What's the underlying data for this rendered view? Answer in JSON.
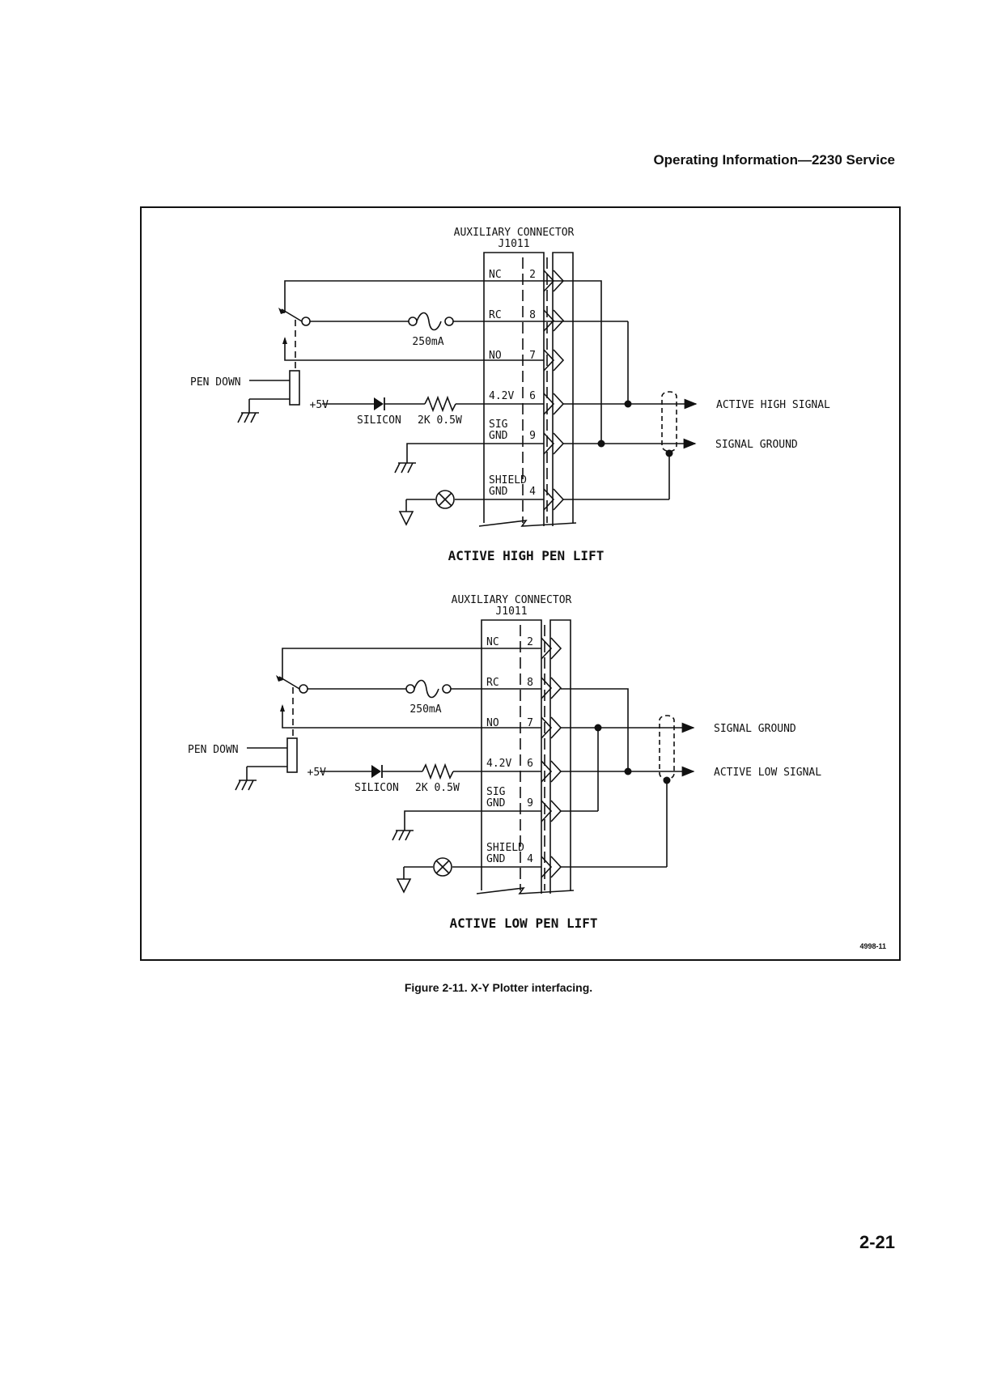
{
  "page": {
    "header": "Operating Information—2230 Service",
    "caption": "Figure 2-11.  X-Y Plotter interfacing.",
    "page_number": "2-21",
    "figure_id": "4998-11"
  },
  "diagrams": [
    {
      "title": "ACTIVE HIGH PEN LIFT",
      "connector_label": "AUXILIARY CONNECTOR",
      "connector_ref": "J1011",
      "pins": [
        {
          "label": "NC",
          "num": "2"
        },
        {
          "label": "RC",
          "num": "8"
        },
        {
          "label": "NO",
          "num": "7"
        },
        {
          "label": "4.2V",
          "num": "6"
        },
        {
          "label": "SIG",
          "label2": "GND",
          "num": "9"
        },
        {
          "label": "SHIELD",
          "label2": "GND",
          "num": "4"
        }
      ],
      "pen_down": "PEN DOWN",
      "fuse": "250mA",
      "supply": "+5V",
      "diode": "SILICON",
      "resistor": "2K 0.5W",
      "outputs": [
        "ACTIVE HIGH SIGNAL",
        "SIGNAL GROUND"
      ]
    },
    {
      "title": "ACTIVE LOW PEN LIFT",
      "connector_label": "AUXILIARY CONNECTOR",
      "connector_ref": "J1011",
      "pins": [
        {
          "label": "NC",
          "num": "2"
        },
        {
          "label": "RC",
          "num": "8"
        },
        {
          "label": "NO",
          "num": "7"
        },
        {
          "label": "4.2V",
          "num": "6"
        },
        {
          "label": "SIG",
          "label2": "GND",
          "num": "9"
        },
        {
          "label": "SHIELD",
          "label2": "GND",
          "num": "4"
        }
      ],
      "pen_down": "PEN DOWN",
      "fuse": "250mA",
      "supply": "+5V",
      "diode": "SILICON",
      "resistor": "2K 0.5W",
      "outputs": [
        "SIGNAL GROUND",
        "ACTIVE LOW SIGNAL"
      ]
    }
  ]
}
